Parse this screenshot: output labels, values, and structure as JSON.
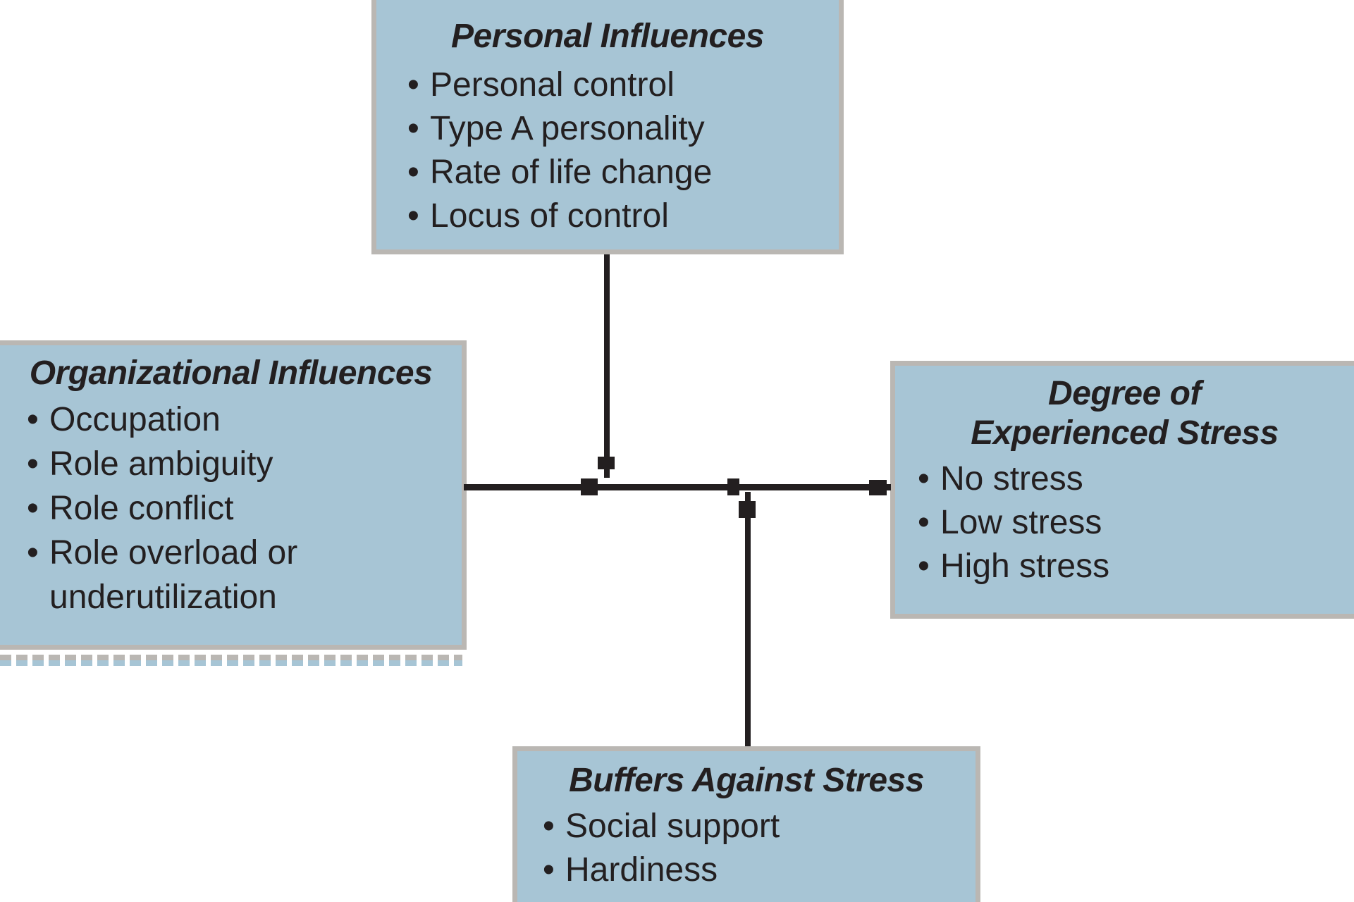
{
  "bullet_char": "•",
  "colors": {
    "box_fill": "#a7c5d5",
    "box_border": "#bab7b3",
    "line": "#231f20",
    "text": "#231f20",
    "background": "#ffffff"
  },
  "boxes": {
    "personal": {
      "title": "Personal Influences",
      "items": [
        "Personal control",
        "Type A personality",
        "Rate of life change",
        "Locus of control"
      ]
    },
    "organizational": {
      "title": "Organizational Influences",
      "items": [
        "Occupation",
        "Role ambiguity",
        "Role conflict",
        "Role overload or underutilization"
      ]
    },
    "degree": {
      "title_line1": "Degree of",
      "title_line2": "Experienced Stress",
      "items": [
        "No stress",
        "Low stress",
        "High stress"
      ]
    },
    "buffers": {
      "title": "Buffers Against Stress",
      "items": [
        "Social support",
        "Hardiness"
      ]
    }
  }
}
